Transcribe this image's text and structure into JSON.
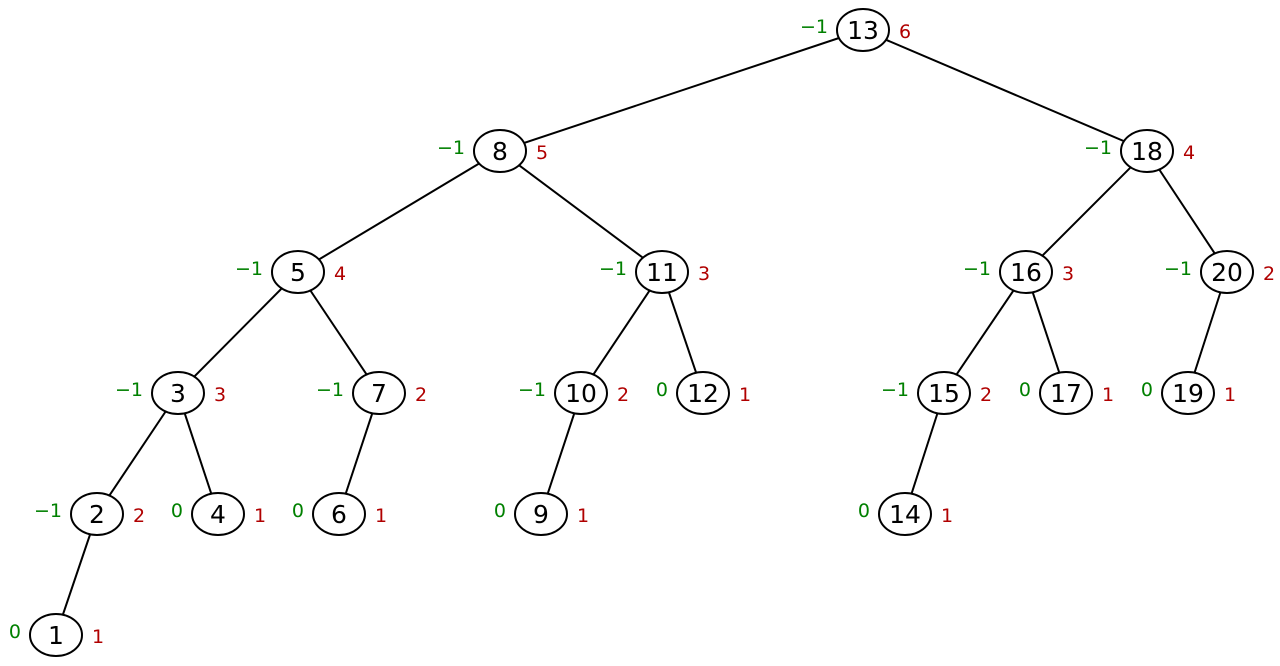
{
  "colors": {
    "balance": "#008000",
    "height": "#b00000",
    "stroke": "#000000"
  },
  "tree": {
    "nodes": [
      {
        "key": "13",
        "balance": "−1",
        "height": "6"
      },
      {
        "key": "8",
        "balance": "−1",
        "height": "5"
      },
      {
        "key": "18",
        "balance": "−1",
        "height": "4"
      },
      {
        "key": "5",
        "balance": "−1",
        "height": "4"
      },
      {
        "key": "11",
        "balance": "−1",
        "height": "3"
      },
      {
        "key": "16",
        "balance": "−1",
        "height": "3"
      },
      {
        "key": "20",
        "balance": "−1",
        "height": "2"
      },
      {
        "key": "3",
        "balance": "−1",
        "height": "3"
      },
      {
        "key": "7",
        "balance": "−1",
        "height": "2"
      },
      {
        "key": "10",
        "balance": "−1",
        "height": "2"
      },
      {
        "key": "12",
        "balance": "0",
        "height": "1"
      },
      {
        "key": "15",
        "balance": "−1",
        "height": "2"
      },
      {
        "key": "17",
        "balance": "0",
        "height": "1"
      },
      {
        "key": "19",
        "balance": "0",
        "height": "1"
      },
      {
        "key": "2",
        "balance": "−1",
        "height": "2"
      },
      {
        "key": "4",
        "balance": "0",
        "height": "1"
      },
      {
        "key": "6",
        "balance": "0",
        "height": "1"
      },
      {
        "key": "9",
        "balance": "0",
        "height": "1"
      },
      {
        "key": "14",
        "balance": "0",
        "height": "1"
      },
      {
        "key": "1",
        "balance": "0",
        "height": "1"
      }
    ],
    "edges": [
      [
        "13",
        "8"
      ],
      [
        "13",
        "18"
      ],
      [
        "8",
        "5"
      ],
      [
        "8",
        "11"
      ],
      [
        "18",
        "16"
      ],
      [
        "18",
        "20"
      ],
      [
        "5",
        "3"
      ],
      [
        "5",
        "7"
      ],
      [
        "11",
        "10"
      ],
      [
        "11",
        "12"
      ],
      [
        "16",
        "15"
      ],
      [
        "16",
        "17"
      ],
      [
        "20",
        "19"
      ],
      [
        "3",
        "2"
      ],
      [
        "3",
        "4"
      ],
      [
        "7",
        "6"
      ],
      [
        "10",
        "9"
      ],
      [
        "15",
        "14"
      ],
      [
        "2",
        "1"
      ]
    ]
  }
}
